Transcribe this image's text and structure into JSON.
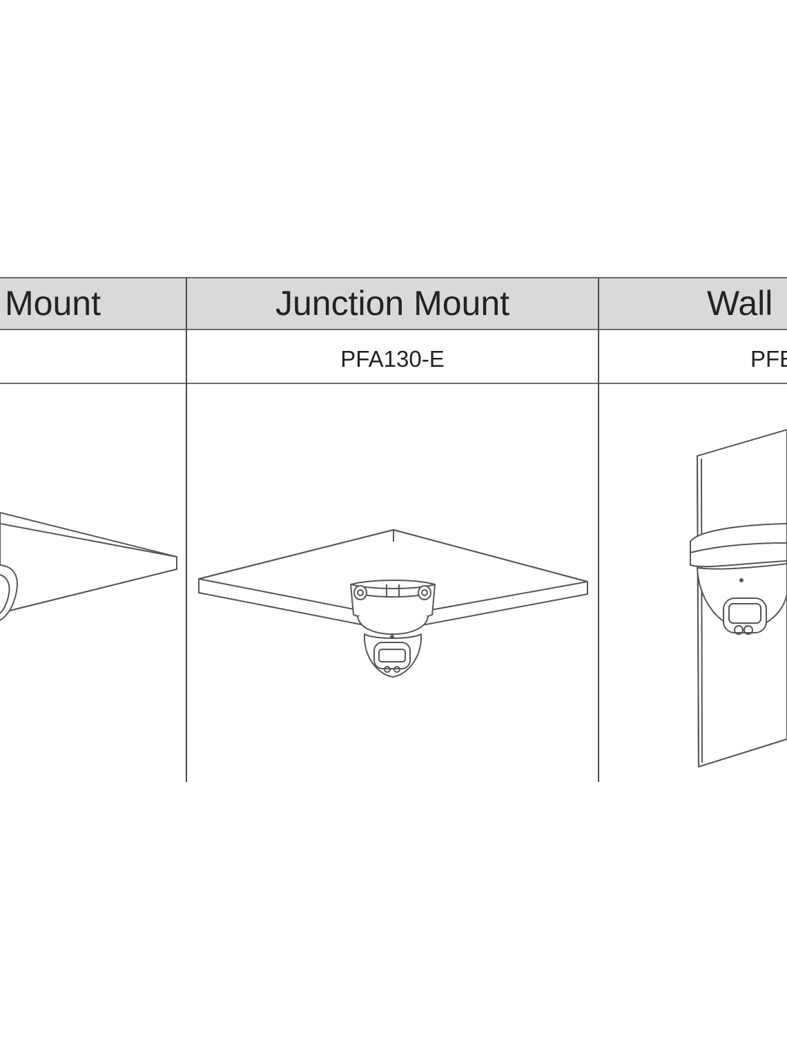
{
  "columns": [
    {
      "header": "Mount",
      "model": ""
    },
    {
      "header": "Junction Mount",
      "model": "PFA130-E"
    },
    {
      "header": "Wall",
      "model": "PFE"
    }
  ],
  "colors": {
    "header_bg": "#d9d9d9",
    "grid_line": "#6b6b6b",
    "text": "#222222",
    "drawing_stroke": "#555555"
  }
}
